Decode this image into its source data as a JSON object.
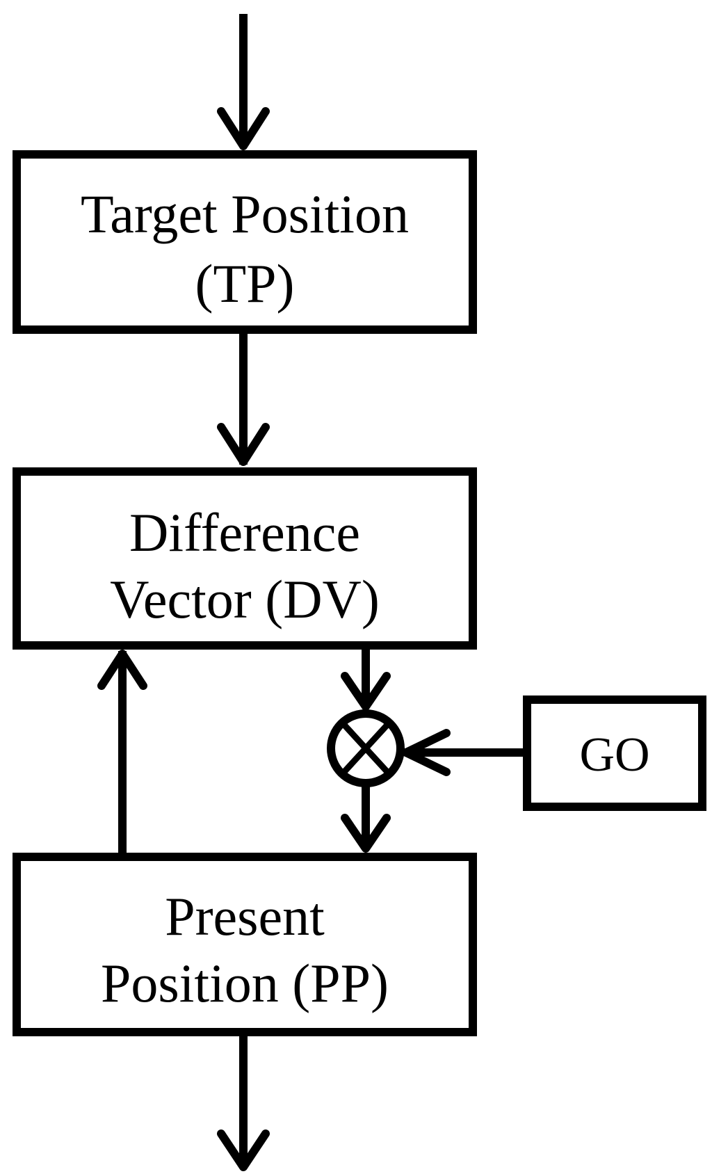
{
  "diagram": {
    "target": {
      "line1": "Target Position",
      "line2": "(TP)"
    },
    "difference": {
      "line1": "Difference",
      "line2": "Vector (DV)"
    },
    "present": {
      "line1": "Present",
      "line2": "Position (PP)"
    },
    "go": {
      "label": "GO"
    },
    "multiplier": {
      "symbol": "multiply-icon"
    },
    "colors": {
      "stroke": "#000000",
      "background": "#ffffff"
    }
  }
}
